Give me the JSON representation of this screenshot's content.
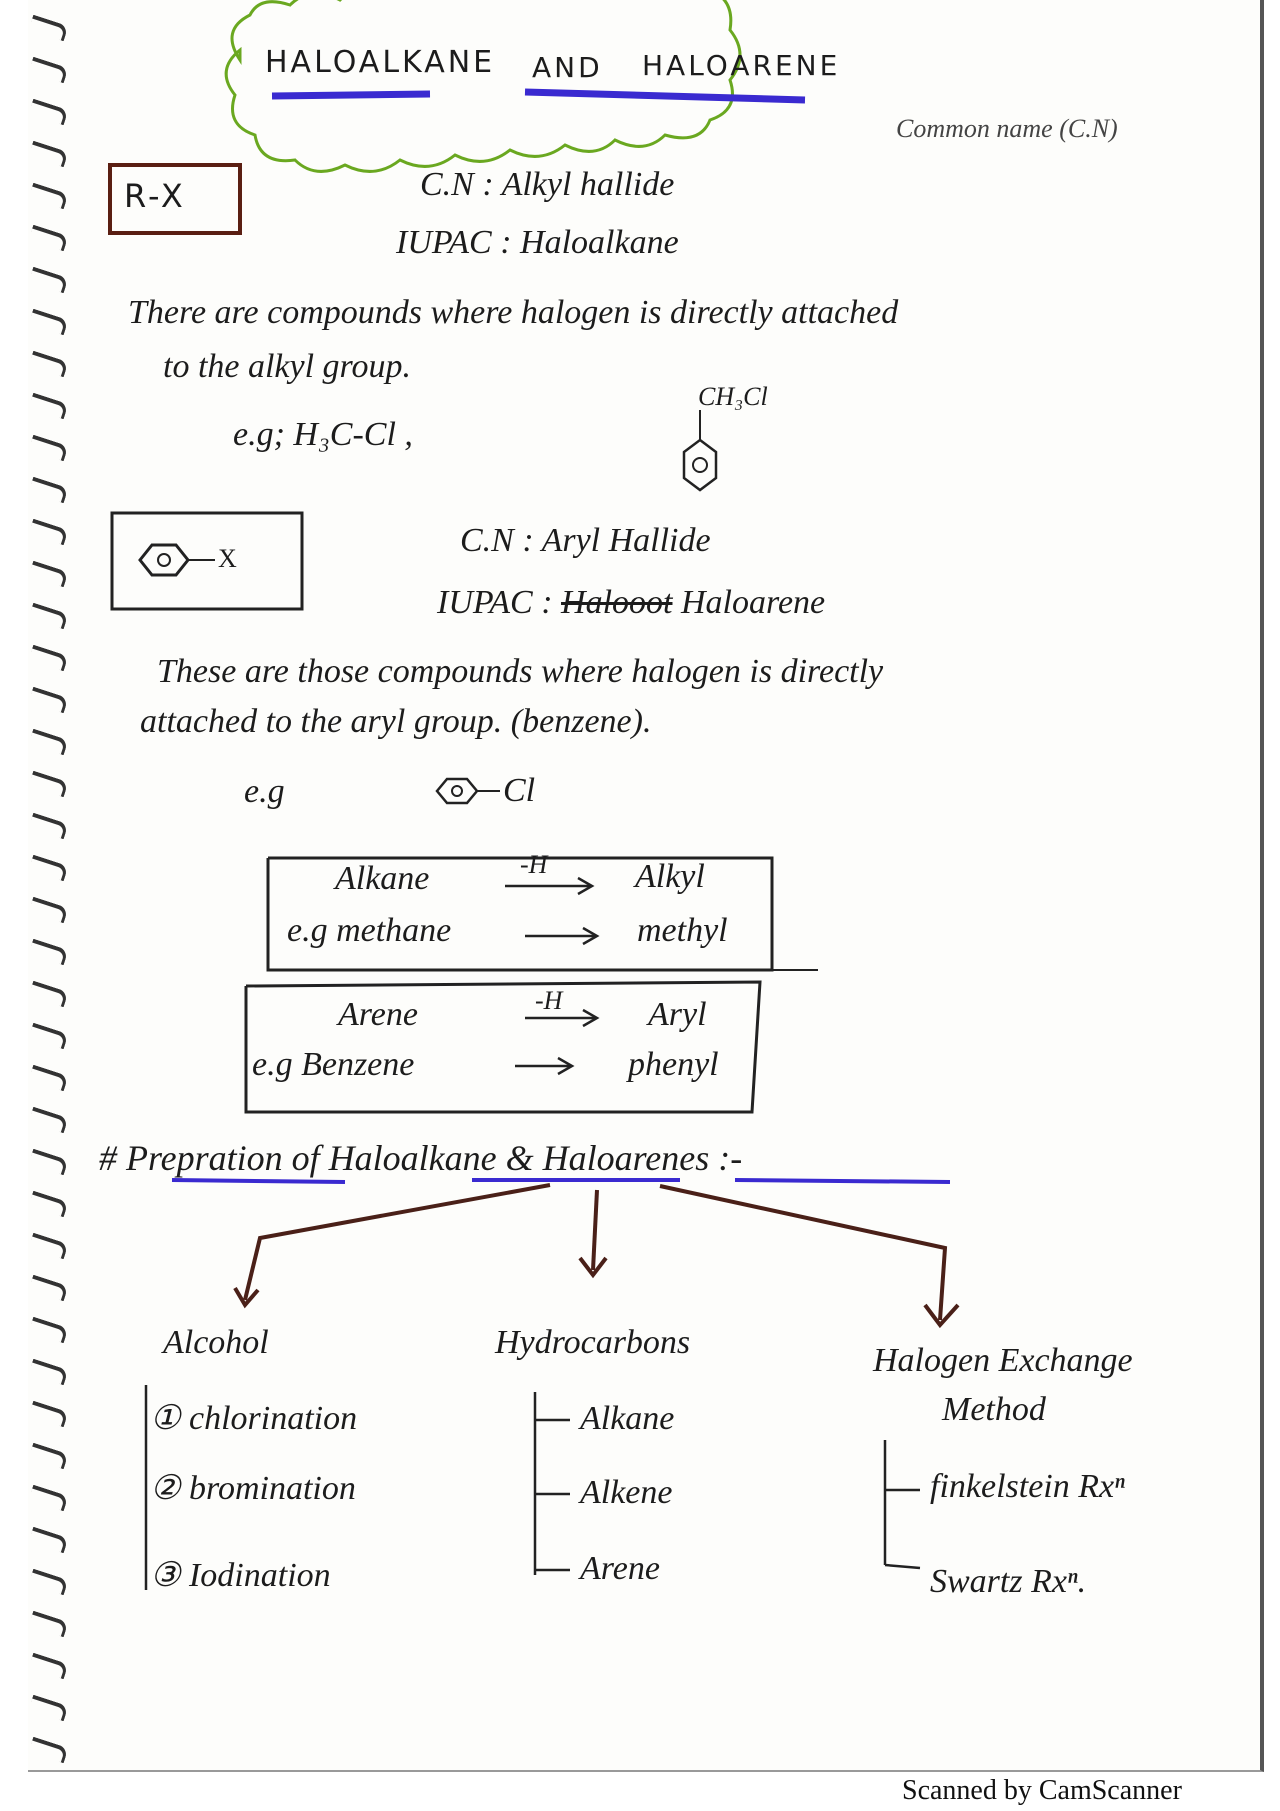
{
  "title": {
    "word1": "HALOALKANE",
    "word2": "AND",
    "word3": "HALOARENE"
  },
  "common_name_note": "Common name (C.N)",
  "section1": {
    "formula": "R-X",
    "cn": "C.N  :  Alkyl hallide",
    "iupac": "IUPAC  :  Haloalkane",
    "desc_line1": "There are compounds where halogen is directly attached",
    "desc_line2": "to the alkyl group.",
    "example": "e.g;  H₃C-Cl      ,",
    "example2": "CH₃Cl"
  },
  "section2": {
    "formula_x": "X",
    "cn": "C.N :  Aryl Hallide",
    "iupac_label": "IUPAC : ",
    "iupac_struck": "Halooot",
    "iupac_value": "Haloarene",
    "desc_line1": "These are those compounds where halogen is directly",
    "desc_line2": "attached to the aryl group. (benzene).",
    "example": "e.g",
    "example_cl": "Cl"
  },
  "box_alkane": {
    "left": "Alkane",
    "arrow_label": "-H",
    "right": "Alkyl",
    "eg_left": "e.g methane",
    "eg_right": "methyl"
  },
  "box_arene": {
    "left": "Arene",
    "arrow_label": "-H",
    "right": "Aryl",
    "eg_left": "e.g Benzene",
    "eg_right": "phenyl"
  },
  "preparation": {
    "heading": "# Prepration of Haloalkane & Haloarenes :-",
    "branches": [
      {
        "title": "Alcohol",
        "items": [
          "① chlorination",
          "② bromination",
          "③ Iodination"
        ]
      },
      {
        "title": "Hydrocarbons",
        "items": [
          "Alkane",
          "Alkene",
          "Arene"
        ]
      },
      {
        "title": "Halogen Exchange",
        "title2": "Method",
        "items": [
          "finkelstein Rxⁿ",
          "Swartz Rxⁿ."
        ]
      }
    ]
  },
  "footer": "Scanned by CamScanner"
}
